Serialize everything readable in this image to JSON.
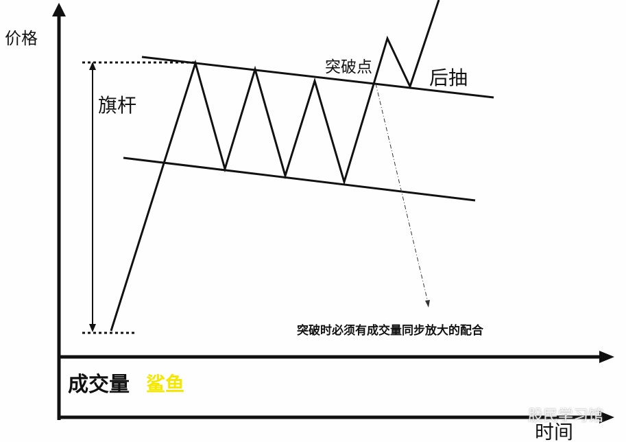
{
  "labels": {
    "y_axis": "价格",
    "x_axis": "时间",
    "flagpole": "旗杆",
    "breakout_point": "突破点",
    "pullback": "后抽",
    "volume_note": "突破时必须有成交量同步放大的配合",
    "volume": "成交量",
    "shark": "鲨鱼"
  },
  "watermark": "股民学习馆",
  "colors": {
    "line": "#111111",
    "shark": "#f5e800"
  }
}
